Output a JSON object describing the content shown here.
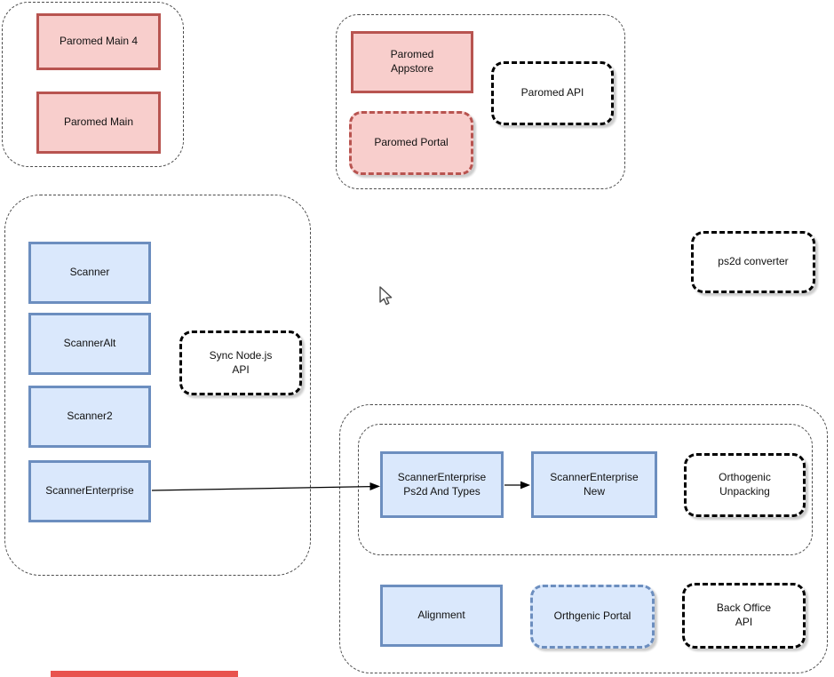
{
  "diagram": {
    "colors": {
      "red_fill": "#f8cecc",
      "red_stroke": "#b85450",
      "blue_fill": "#dae8fc",
      "blue_stroke": "#6c8ebf",
      "dashed_stroke": "#000000",
      "group_stroke": "#4d4d4d",
      "canvas_bg": "#ffffff",
      "bottom_partial_shape": "#e8534e"
    },
    "nodes": {
      "paromed_main_4": {
        "label": "Paromed Main 4"
      },
      "paromed_main": {
        "label": "Paromed Main"
      },
      "paromed_appstore": {
        "label": "Paromed Appstore"
      },
      "paromed_api": {
        "label": "Paromed API"
      },
      "paromed_portal": {
        "label": "Paromed Portal"
      },
      "ps2d_converter": {
        "label": "ps2d converter"
      },
      "scanner": {
        "label": "Scanner"
      },
      "scanneralt": {
        "label": "ScannerAlt"
      },
      "scanner2": {
        "label": "Scanner2"
      },
      "scannerenterprise": {
        "label": "ScannerEnterprise"
      },
      "sync_nodejs_api": {
        "label": "Sync Node.js API"
      },
      "se_ps2d_and_types": {
        "label": "ScannerEnterprise Ps2d And Types"
      },
      "se_new": {
        "label": "ScannerEnterprise New"
      },
      "orthogenic_unpacking": {
        "label": "Orthogenic Unpacking"
      },
      "alignment": {
        "label": "Alignment"
      },
      "orthgenic_portal": {
        "label": "Orthgenic Portal"
      },
      "back_office_api": {
        "label": "Back Office API"
      }
    },
    "edges": [
      {
        "from": "scannerenterprise",
        "to": "se_ps2d_and_types"
      },
      {
        "from": "se_ps2d_and_types",
        "to": "se_new"
      }
    ]
  }
}
